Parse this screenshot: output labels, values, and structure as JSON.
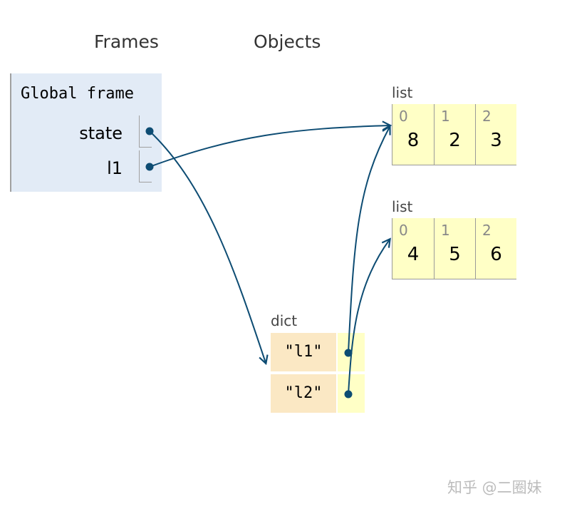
{
  "headings": {
    "frames": "Frames",
    "objects": "Objects"
  },
  "global_frame": {
    "title": "Global frame",
    "variables": [
      {
        "name": "state"
      },
      {
        "name": "l1"
      }
    ]
  },
  "objects": {
    "list_a": {
      "type": "list",
      "indices": [
        "0",
        "1",
        "2"
      ],
      "values": [
        "8",
        "2",
        "3"
      ]
    },
    "list_b": {
      "type": "list",
      "indices": [
        "0",
        "1",
        "2"
      ],
      "values": [
        "4",
        "5",
        "6"
      ]
    },
    "dict": {
      "type": "dict",
      "keys": [
        "\"l1\"",
        "\"l2\""
      ]
    }
  },
  "colors": {
    "arrow": "#0d4c73",
    "frame_bg": "#e2ebf6",
    "list_bg": "#ffffc6",
    "dict_key_bg": "#fbe8c4"
  },
  "watermark": "知乎 @二圈妹"
}
